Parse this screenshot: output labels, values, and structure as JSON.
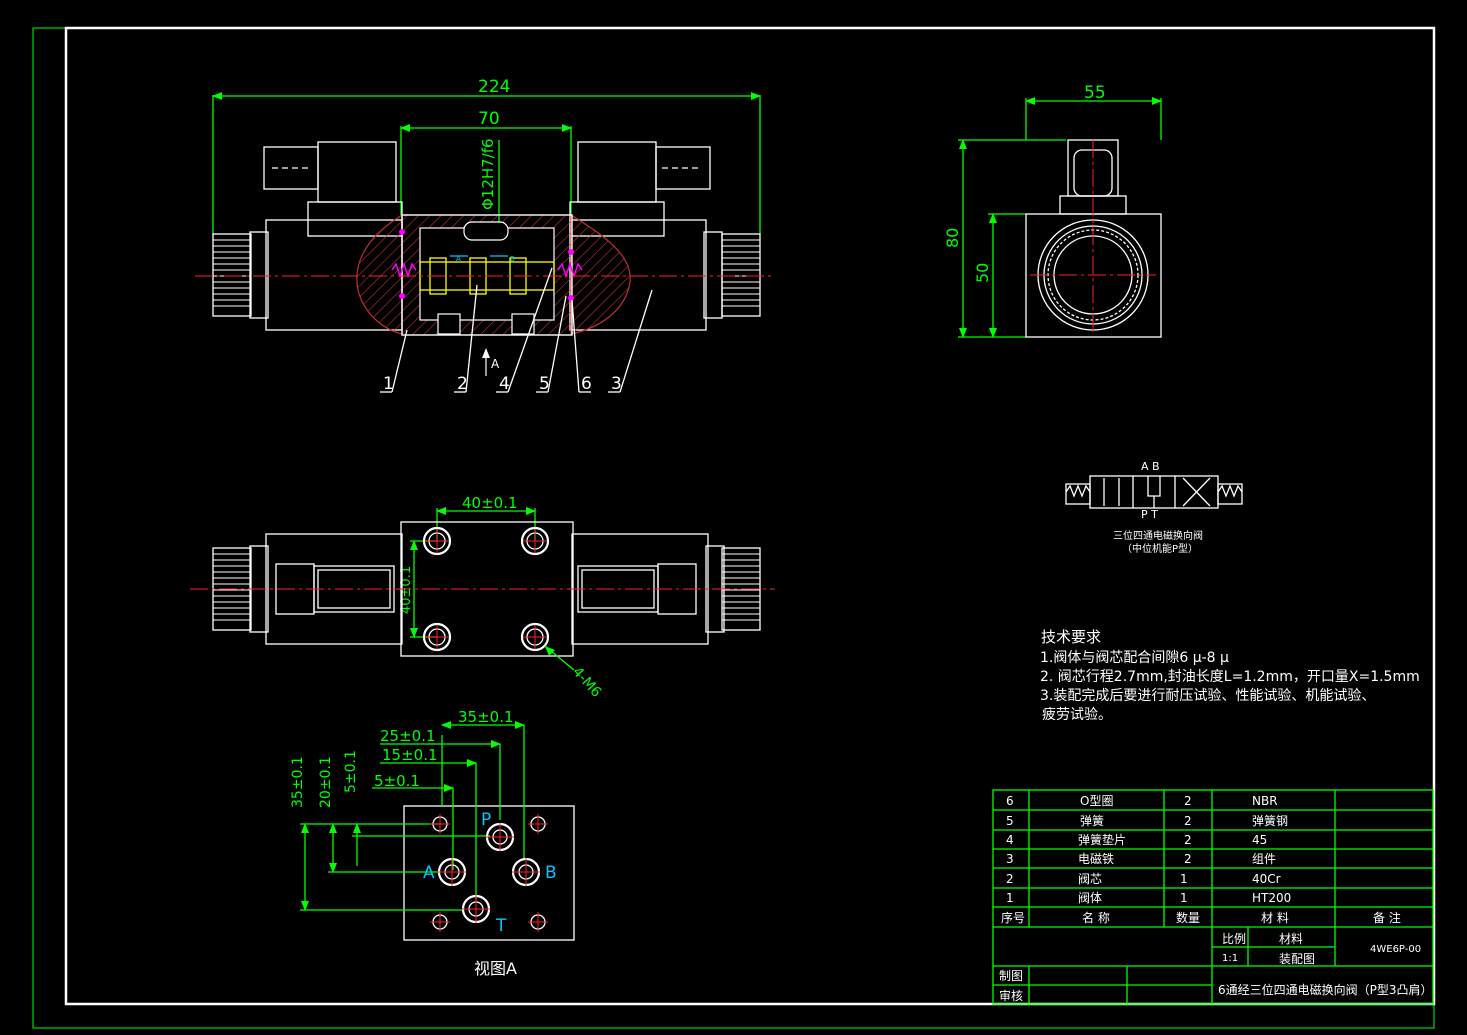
{
  "colors": {
    "background": "#000000",
    "frame": "#ffffff",
    "dimension": "#00ff00",
    "centerline": "#ff2020",
    "text": "#ffffff",
    "port": "#00c8ff",
    "core": "#ffff00",
    "seal": "#ff00ff",
    "hatch": "#c03030"
  },
  "front_view": {
    "dim_overall": "224",
    "dim_body": "70",
    "dim_bore": "Φ12H7/f6",
    "leaders": [
      "1",
      "2",
      "4",
      "5",
      "6",
      "3"
    ],
    "view_arrow": "A"
  },
  "side_view": {
    "dim_width": "55",
    "dim_height": "80",
    "dim_center": "50"
  },
  "top_view": {
    "dim_h": "40±0.1",
    "dim_v": "40±0.1",
    "holes": "4-M6"
  },
  "view_a": {
    "title": "视图A",
    "dims_h": [
      "35±0.1",
      "25±0.1",
      "15±0.1",
      "5±0.1"
    ],
    "dims_v": [
      "35±0.1",
      "20±0.1",
      "5±0.1"
    ],
    "ports": {
      "p": "P",
      "a": "A",
      "b": "B",
      "t": "T"
    }
  },
  "symbol": {
    "top_labels": "A  B",
    "bottom_labels": "P  T",
    "caption1": "三位四通电磁换向阀",
    "caption2": "（中位机能P型）"
  },
  "tech": {
    "title": "技术要求",
    "lines": [
      "1.阀体与阀芯配合间隙6 μ-8 μ",
      "2. 阀芯行程2.7mm,封油长度L=1.2mm，开口量X=1.5mm",
      "3.装配完成后要进行耐压试验、性能试验、机能试验、",
      "疲劳试验。"
    ]
  },
  "bom": {
    "rows": [
      {
        "no": "6",
        "name": "O型圈",
        "qty": "2",
        "mat": "NBR"
      },
      {
        "no": "5",
        "name": "弹簧",
        "qty": "2",
        "mat": "弹簧钢"
      },
      {
        "no": "4",
        "name": "弹簧垫片",
        "qty": "2",
        "mat": "45"
      },
      {
        "no": "3",
        "name": "电磁铁",
        "qty": "2",
        "mat": "组件"
      },
      {
        "no": "2",
        "name": "阀芯",
        "qty": "1",
        "mat": "40Cr"
      },
      {
        "no": "1",
        "name": "阀体",
        "qty": "1",
        "mat": "HT200"
      }
    ],
    "header": {
      "no": "序号",
      "name": "名 称",
      "qty": "数量",
      "mat": "材 料",
      "remark": "备 注"
    },
    "scale_label": "比例",
    "material_label": "材料",
    "scale_value": "1:1",
    "drawing_type": "装配图",
    "drawing_no": "4WE6P-00",
    "drawn": "制图",
    "checked": "审核",
    "title": "6通经三位四通电磁换向阀（P型3凸肩）"
  }
}
